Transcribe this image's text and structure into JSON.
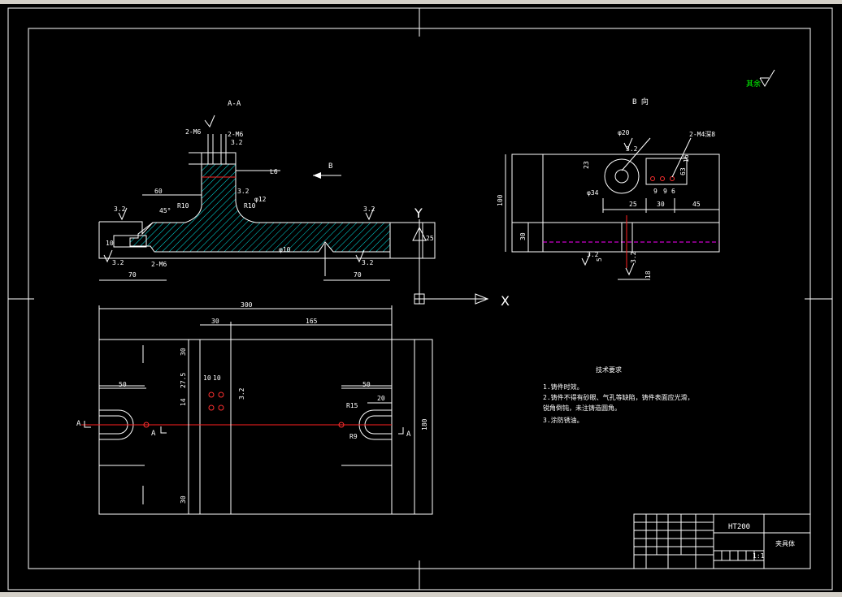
{
  "views": {
    "section_aa": {
      "title": "A-A"
    },
    "view_b": {
      "title": "B 向",
      "label_b": "B"
    }
  },
  "dims_aa": {
    "d_60": "60",
    "d_45deg": "45°",
    "r10a": "R10",
    "r10b": "R10",
    "d_70a": "70",
    "d_70b": "70",
    "d_2m6a": "2-M6",
    "d_2m6b": "2-M6",
    "d_2m6c": "2-M6",
    "d_10": "10",
    "d_phi10": "φ10",
    "d_l6": "L6",
    "d_32a": "3.2",
    "d_32b": "3.2",
    "d_32c": "3.2",
    "d_32d": "3.2",
    "d_32e": "3.2",
    "d_32f": "3.2",
    "d_25": "25",
    "d_phi12": "φ12"
  },
  "dims_b": {
    "d_2m4": "2-M4深8",
    "d_phi20": "φ20",
    "d_phi34": "φ34",
    "d_100": "100",
    "d_30a": "30",
    "d_25": "25",
    "d_30b": "30",
    "d_45": "45",
    "d_9a": "9",
    "d_9b": "9",
    "d_6": "6",
    "d_23": "23",
    "d_5": "5",
    "d_32a": "3.2",
    "d_32b": "3.2",
    "d_32c": "3.2",
    "d_63": "63",
    "d_16": "16",
    "d_18": "18"
  },
  "dims_plan": {
    "d_300": "300",
    "d_30a": "30",
    "d_165": "165",
    "d_50a": "50",
    "d_50b": "50",
    "d_30b": "30",
    "d_30c": "30",
    "d_275": "27.5",
    "d_14": "14",
    "d_10a": "10",
    "d_10b": "10",
    "d_r15": "R15",
    "d_r9": "R9",
    "d_20": "20",
    "d_180": "180",
    "d_32": "3.2",
    "a_left": "A",
    "a_left2": "A",
    "a_right": "A"
  },
  "ucs": {
    "x": "X",
    "y": "Y"
  },
  "notes": {
    "title": "技术要求",
    "line1": "1.铸件时效。",
    "line2": "2.铸件不得有砂眼、气孔等缺陷，铸件表面应光滑，",
    "line3": "锐角倒钝，未注铸造圆角。",
    "line4": "3.涂防锈油。"
  },
  "roughness_note": "其余",
  "title_block": {
    "material": "HT200",
    "name": "夹具体",
    "scale": "1:1"
  },
  "colors": {
    "background": "#000000",
    "line": "#ffffff",
    "center": "#ff0000",
    "hidden": "#ff00ff",
    "hatch": "#00ffff",
    "note": "#00ff00"
  }
}
